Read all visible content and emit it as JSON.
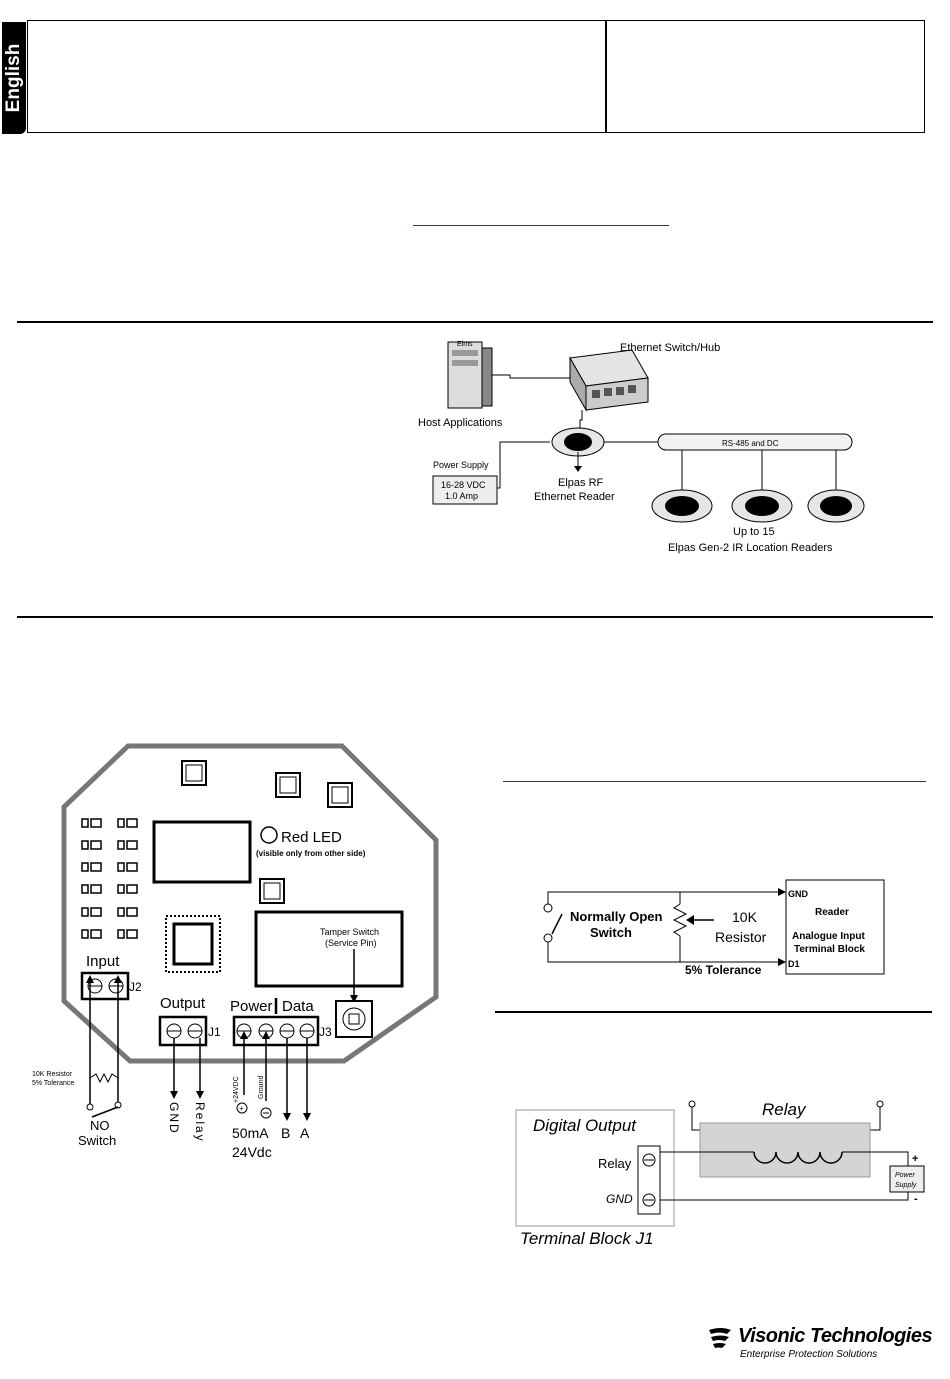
{
  "language_tab": "English",
  "network": {
    "server_label": "Elms",
    "host": "Host Applications",
    "switch": "Ethernet Switch/Hub",
    "power_title": "Power Supply",
    "power_line1": "16-28 VDC",
    "power_line2": "1.0 Amp",
    "reader_line1": "Elpas RF",
    "reader_line2": "Ethernet Reader",
    "bus": "RS-485 and DC",
    "readers_line1": "Up to 15",
    "readers_line2": "Elpas Gen-2 IR Location Readers"
  },
  "board": {
    "red_led": "Red LED",
    "red_led_note": "(visible only from other side)",
    "tamper_line1": "Tamper Switch",
    "tamper_line2": "(Service Pin)",
    "input": "Input",
    "j2": "J2",
    "output": "Output",
    "j1": "J1",
    "power": "Power",
    "data": "Data",
    "j3": "J3",
    "resistor_line1": "10K Resistor",
    "resistor_line2": "5% Tolerance",
    "no": "NO",
    "switch": "Switch",
    "gnd": "GND",
    "relay": "Relay",
    "plus24": "+24VDC",
    "ground": "Ground",
    "b": "B",
    "a": "A",
    "ma": "50mA",
    "vdc": "24Vdc"
  },
  "analog": {
    "switch_line1": "Normally Open",
    "switch_line2": "Switch",
    "res_line1": "10K",
    "res_line2": "Resistor",
    "tolerance": "5% Tolerance",
    "gnd": "GND",
    "reader": "Reader",
    "block_line1": "Analogue Input",
    "block_line2": "Terminal Block",
    "d1": "D1"
  },
  "digital": {
    "title": "Digital Output",
    "relay_term": "Relay",
    "gnd_term": "GND",
    "block": "Terminal Block J1",
    "relay_label": "Relay",
    "ps_line1": "Power",
    "ps_line2": "Supply",
    "plus": "+",
    "minus": "-"
  },
  "logo": {
    "name": "Visonic Technologies",
    "tagline": "Enterprise Protection Solutions"
  }
}
